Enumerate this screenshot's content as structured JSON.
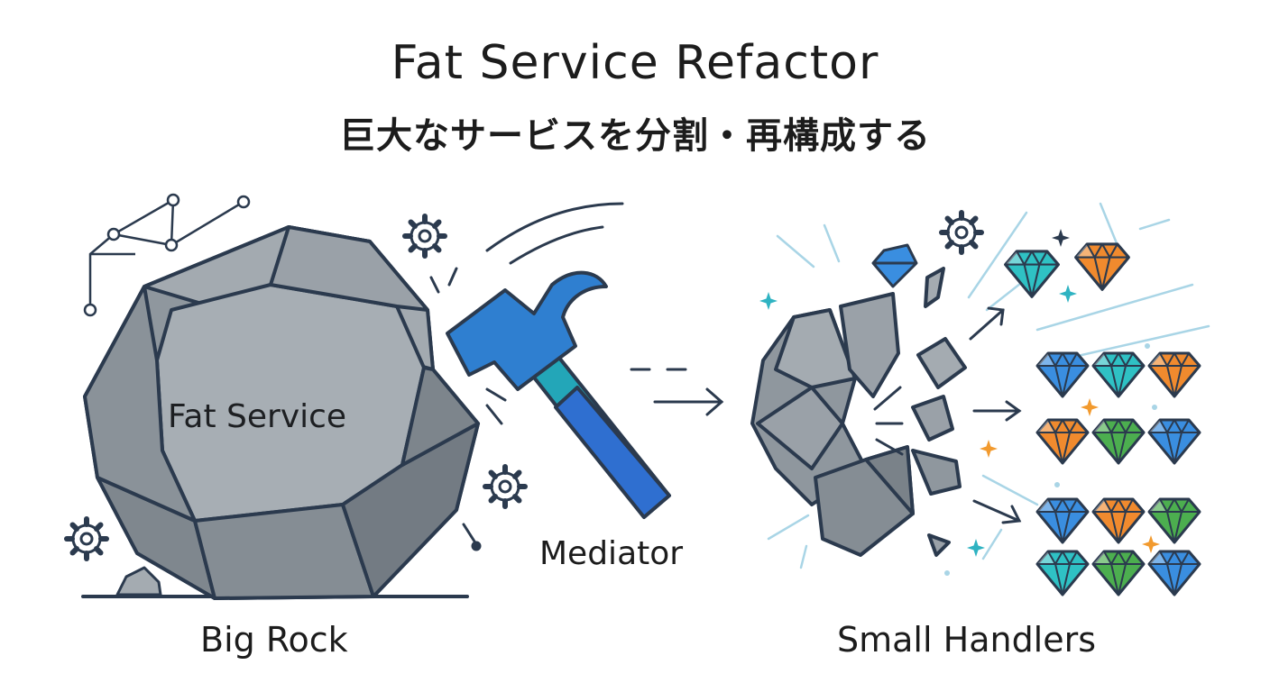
{
  "header": {
    "title": "Fat Service Refactor",
    "subtitle": "巨大なサービスを分割・再構成する"
  },
  "labels": {
    "rock": "Fat Service",
    "tool": "Mediator",
    "left_caption": "Big Rock",
    "right_caption": "Small Handlers"
  },
  "colors": {
    "outline": "#2b3a4e",
    "rock": "#8f979e",
    "rock_light": "#aab1b7",
    "rock_dark": "#737b83",
    "hammer_head": "#2f7fd0",
    "hammer_handle": "#23a6b8",
    "gem_blue": "#3a8ee0",
    "gem_teal": "#2fc1c4",
    "gem_green": "#4cae4f",
    "gem_orange": "#f08a2e",
    "sparkle": "#f29a2e",
    "accent": "#34b6c6"
  },
  "icons": [
    "gear-icon",
    "network-icon",
    "hammer-icon",
    "arrow-icon",
    "gem-icon",
    "sparkle-icon"
  ]
}
